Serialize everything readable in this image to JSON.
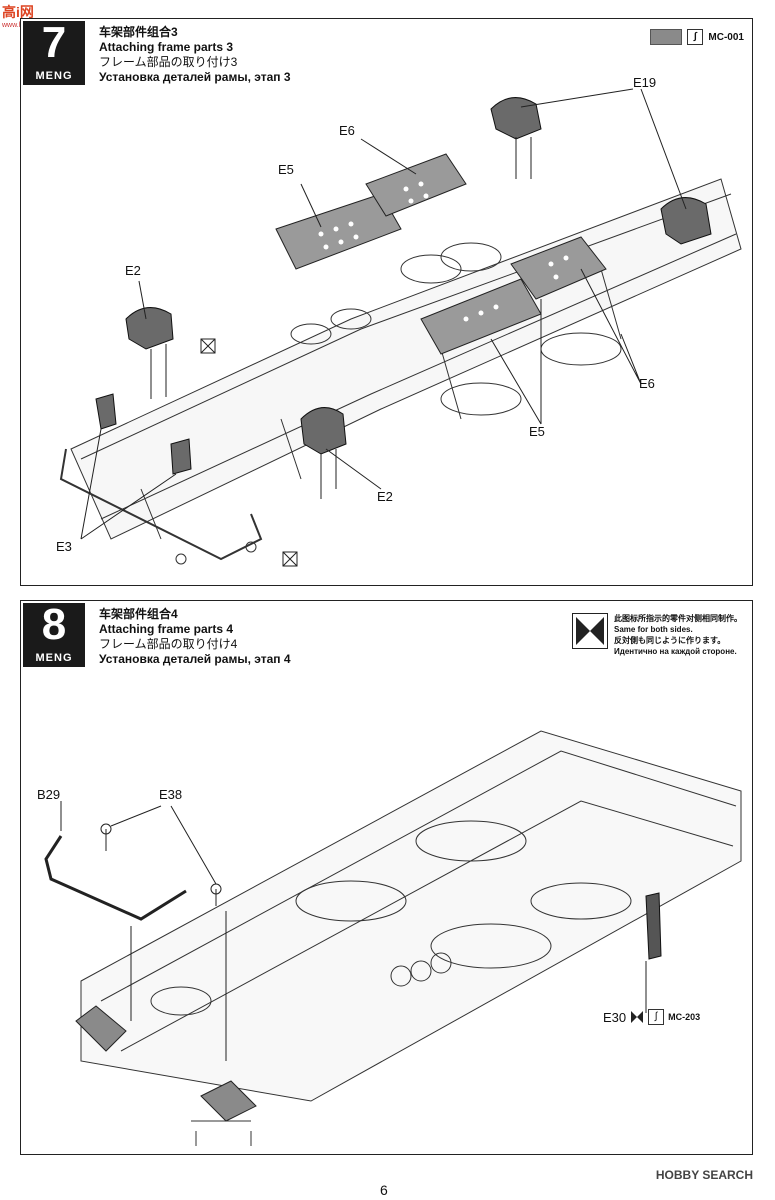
{
  "watermark": {
    "top": "高i网",
    "bottom": "www.hobbycn.com"
  },
  "step7": {
    "number": "7",
    "brand": "MENG",
    "title_cn": "车架部件组合3",
    "title_en": "Attaching frame parts 3",
    "title_jp": "フレーム部品の取り付け3",
    "title_ru": "Установка деталей рамы, этап 3",
    "paint_code": "MC-001",
    "labels": {
      "e19": "E19",
      "e6a": "E6",
      "e5a": "E5",
      "e2a": "E2",
      "e3": "E3",
      "e2b": "E2",
      "e5b": "E5",
      "e6b": "E6"
    }
  },
  "step8": {
    "number": "8",
    "brand": "MENG",
    "title_cn": "车架部件组合4",
    "title_en": "Attaching frame parts 4",
    "title_jp": "フレーム部品の取り付け4",
    "title_ru": "Установка деталей рамы, этап 4",
    "note_cn": "此图标所指示的零件对侧相同制作。",
    "note_en": "Same for both sides.",
    "note_jp": "反対側も同じように作ります。",
    "note_ru": "Идентично на каждой стороне.",
    "labels": {
      "b29": "B29",
      "e38": "E38",
      "e30": "E30"
    },
    "paint_code": "MC-203"
  },
  "footer": {
    "page": "6",
    "logo": "HOBBY SEARCH"
  }
}
